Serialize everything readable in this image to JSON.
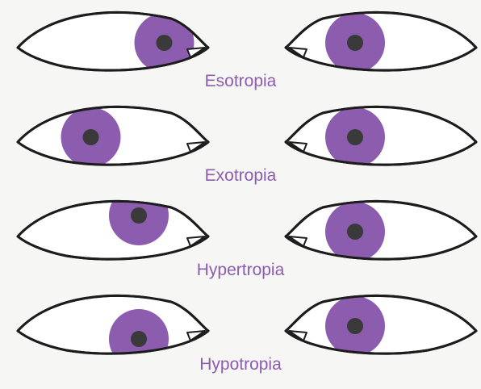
{
  "colors": {
    "iris": "#8c5cae",
    "pupil": "#3a3a3a",
    "label": "#8c5cae"
  },
  "rows": [
    {
      "label": "Esotropia",
      "right_eye_gaze": {
        "horizontal": 0.45,
        "vertical": 0.0
      },
      "left_eye_gaze": {
        "horizontal": 0.0,
        "vertical": 0.0
      }
    },
    {
      "label": "Exotropia",
      "right_eye_gaze": {
        "horizontal": -0.85,
        "vertical": 0.0
      },
      "left_eye_gaze": {
        "horizontal": 0.0,
        "vertical": 0.0
      }
    },
    {
      "label": "Hypertropia",
      "right_eye_gaze": {
        "horizontal": 0.0,
        "vertical": -0.5
      },
      "left_eye_gaze": {
        "horizontal": 0.0,
        "vertical": 0.0
      }
    },
    {
      "label": "Hypotropia",
      "right_eye_gaze": {
        "horizontal": 0.0,
        "vertical": 0.4
      },
      "left_eye_gaze": {
        "horizontal": 0.0,
        "vertical": 0.0
      }
    }
  ]
}
